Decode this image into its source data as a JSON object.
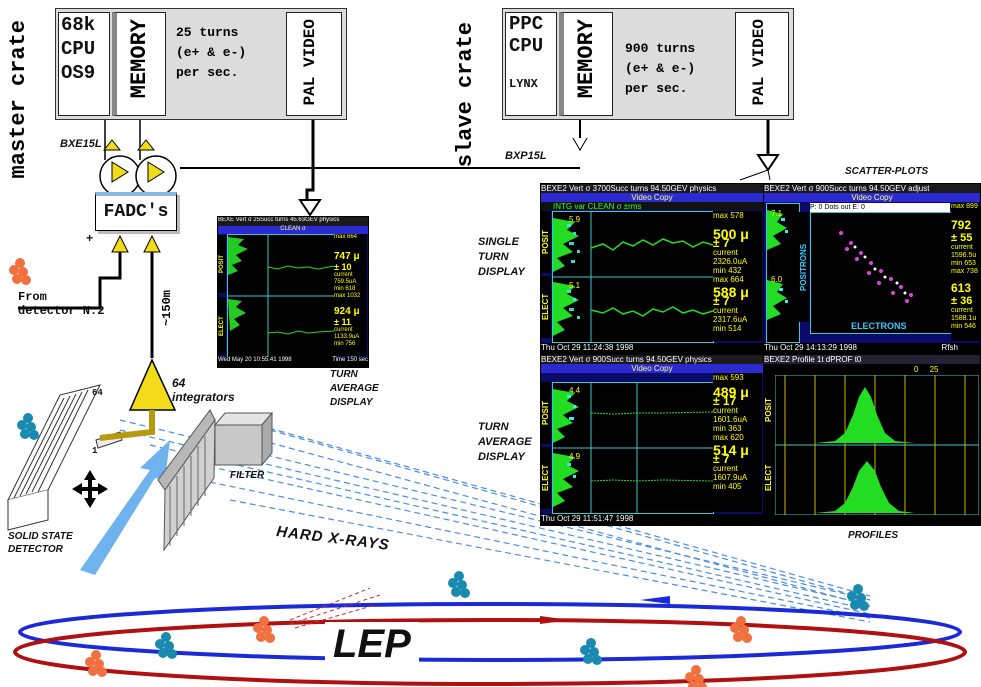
{
  "master": {
    "vlabel": "master crate",
    "cpu": [
      "68k",
      "CPU",
      "OS9"
    ],
    "memory": "MEMORY",
    "turns": [
      "25 turns",
      "(e+ & e-)",
      "per sec."
    ],
    "video": "PAL VIDEO",
    "bus": "BXE15L"
  },
  "slave": {
    "vlabel": "slave crate",
    "cpu": [
      "PPC",
      "CPU",
      "LYNX"
    ],
    "memory": "MEMORY",
    "turns": [
      "900 turns",
      "(e+ & e-)",
      "per sec."
    ],
    "video": "PAL VIDEO",
    "bus": "BXP15L"
  },
  "fadc": "FADC's",
  "fadc_pol": "+",
  "from_detector": [
    "From",
    "detector N:2"
  ],
  "cable_len": "~150m",
  "integrators": [
    "64",
    "integrators"
  ],
  "detector_channels": "64",
  "detector_ch1": "1",
  "filter": "FILTER",
  "solid_state": [
    "SOLID STATE",
    "DETECTOR"
  ],
  "hard_xrays": "HARD X-RAYS",
  "lep": "LEP",
  "labels": {
    "single_turn": [
      "SINGLE",
      "TURN",
      "DISPLAY"
    ],
    "turn_average_left": [
      "TURN",
      "AVERAGE",
      "DISPLAY"
    ],
    "turn_average_center": [
      "TURN",
      "AVERAGE",
      "DISPLAY"
    ],
    "scatter": "SCATTER-PLOTS",
    "profiles": "PROFILES"
  },
  "screens": {
    "small": {
      "header": "BEXE Vert σ 25Succ turns 45.63GEV physics",
      "bar": "CLEAN σ",
      "top_side": "POSIT",
      "bot_side": "ELECT",
      "top": {
        "max": "max 664",
        "val": "747 μ",
        "pm": "± 10",
        "current": "current",
        "cur": "759.5uA",
        "min": "min 618"
      },
      "bot": {
        "max": "max 1032",
        "val": "924 μ",
        "pm": "± 11",
        "current": "current",
        "cur": "1133.9uA",
        "min": "min 756"
      },
      "footer": "Wed May 20 10:55:41 1998",
      "footer_r": "Time 150 sec"
    },
    "single": {
      "header": "BEXE2 Vert σ 3700Succ turns 94.50GEV physics",
      "bar": "Video Copy",
      "bar2": "INTG var   CLEAN σ   ±rms",
      "top_side": "POSIT",
      "bot_side": "ELECT",
      "top_y": "5.9",
      "bot_y": "5.1",
      "top": {
        "max": "max 578",
        "val": "500 μ",
        "pm": "± 7",
        "current": "current",
        "cur": "2326.0uA",
        "min": "min 432"
      },
      "bot": {
        "max": "max 664",
        "val": "588 μ",
        "pm": "± 7",
        "current": "current",
        "cur": "2317.6uA",
        "min": "min 514"
      },
      "footer": "Thu Oct 29 11:24:38 1998"
    },
    "scatter": {
      "header": "BEXE2 Vert σ 900Succ turns 94.50GEV adjust",
      "bar": "Video Copy",
      "top_y": "7.1",
      "bot_y": "6.0",
      "side": "POSITRONS",
      "pbar": "P: 0  Dots out E: 0",
      "electrons": "ELECTRONS",
      "top": {
        "max": "max 899",
        "val": "792",
        "pm": "± 55",
        "current": "current",
        "cur": "1596.5u",
        "min": "min 653"
      },
      "bot": {
        "max": "max 738",
        "val": "613",
        "pm": "± 36",
        "current": "current",
        "cur": "1588.1u",
        "min": "min 546"
      },
      "footer": "Thu Oct 29 14:13:29 1998",
      "footer_r": "Rfsh"
    },
    "average": {
      "header": "BEXE2 Vert σ 900Succ turns 94.50GEV physics",
      "bar": "Video Copy",
      "top_y": "4.4",
      "bot_y": "4.9",
      "top": {
        "max": "max 593",
        "val": "489 μ",
        "pm": "± 17",
        "current": "current",
        "cur": "1601.6uA",
        "min": "min 363"
      },
      "bot": {
        "max": "max 620",
        "val": "514 μ",
        "pm": "± 7",
        "current": "current",
        "cur": "1607.9uA",
        "min": "min 405"
      },
      "footer": "Thu Oct 29 11:51:47 1998"
    },
    "profile": {
      "header": "BEXE2 Profile  1t  dPROF t0",
      "axis": "0     25",
      "top_side": "POSIT",
      "bot_side": "ELECT",
      "footer": ""
    }
  },
  "colors": {
    "beam_blue": "#1a2ad8",
    "beam_red": "#b01010",
    "screen_green": "#22dd22",
    "xray_blue": "#5aa6e8"
  }
}
